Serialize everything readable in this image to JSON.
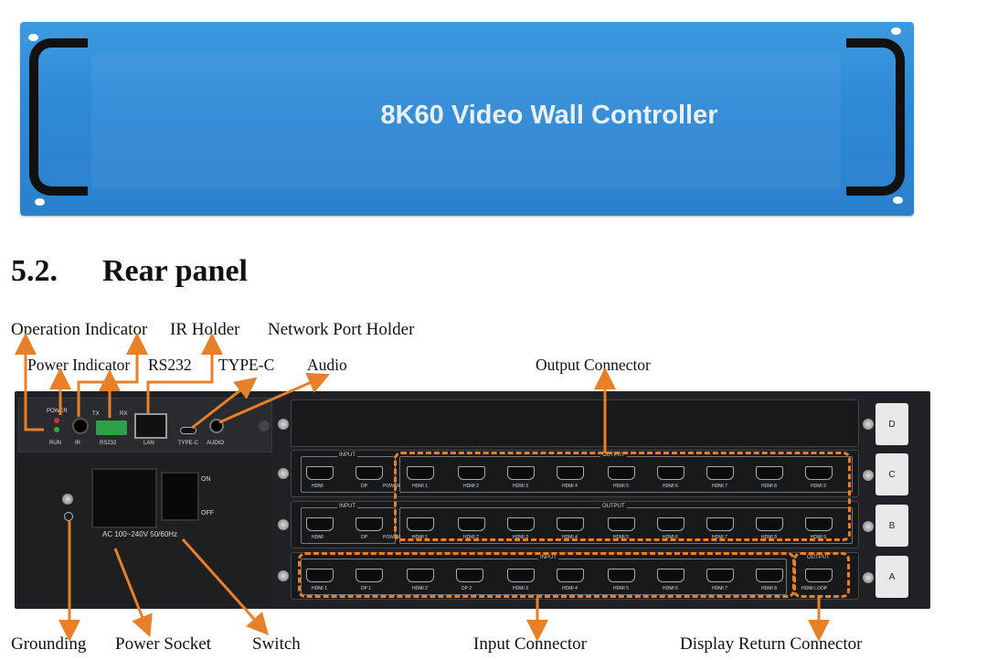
{
  "front": {
    "title": "8K60 Video Wall Controller"
  },
  "section": {
    "number": "5.2.",
    "title": "Rear panel"
  },
  "labels": {
    "operation_indicator": "Operation Indicator",
    "ir_holder": "IR Holder",
    "network_port_holder": "Network Port Holder",
    "power_indicator": "Power Indicator",
    "rs232": "RS232",
    "type_c": "TYPE-C",
    "audio": "Audio",
    "output_connector": "Output Connector",
    "grounding": "Grounding",
    "power_socket": "Power Socket",
    "switch": "Switch",
    "input_connector": "Input Connector",
    "display_return_connector": "Display Return Connector"
  },
  "device": {
    "ctrl": {
      "power": "POWER",
      "run": "RUN",
      "ir": "IR",
      "tx": "TX",
      "rx": "RX",
      "rs232": "RS232",
      "lan": "LAN",
      "typec": "TYPE-C",
      "audio": "AUDIO"
    },
    "switch_on": "ON",
    "switch_off": "OFF",
    "ac_rating": "AC 100~240V 50/60Hz",
    "input": "INPUT",
    "output": "OUTPUT",
    "slots": [
      "D",
      "C",
      "B",
      "A"
    ],
    "cd_ports": [
      "HDMI",
      "DP",
      "HDMI 1",
      "HDMI 2",
      "HDMI 3",
      "HDMI 4",
      "HDMI 5",
      "HDMI 6",
      "HDMI 7",
      "HDMI 8",
      "HDMI 9"
    ],
    "cd_power": "POWER",
    "a_ports": [
      "HDMI 1",
      "DP 1",
      "HDMI 2",
      "DP 2",
      "HDMI 3",
      "HDMI 4",
      "HDMI 5",
      "HDMI 6",
      "HDMI 7",
      "HDMI 8"
    ],
    "a_loop": "HDMI LOOP"
  },
  "colors": {
    "front_panel": "#2f8ad6",
    "arrow": "#e8802a",
    "chassis": "#202124"
  }
}
